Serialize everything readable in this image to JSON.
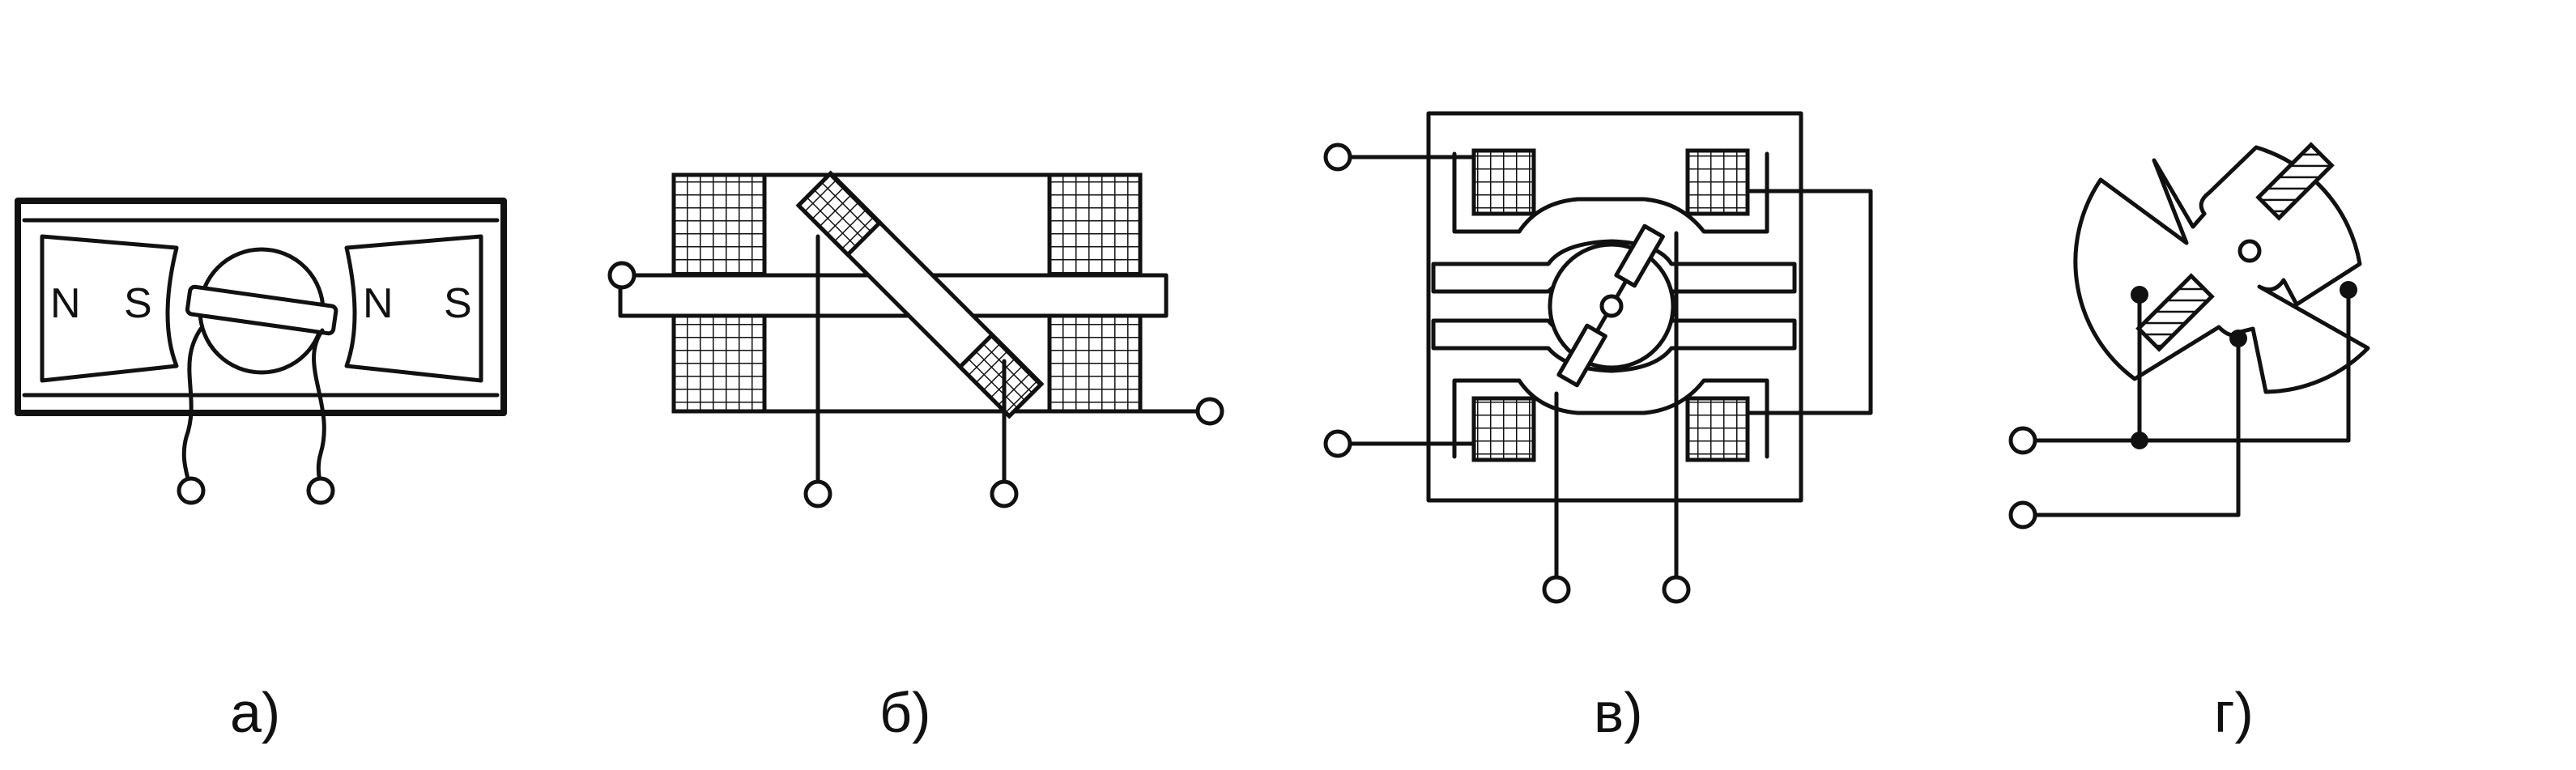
{
  "figure": {
    "panels": [
      {
        "id": "a",
        "caption": "а)",
        "pole_left": {
          "north": "N",
          "south": "S"
        },
        "pole_right": {
          "north": "N",
          "south": "S"
        }
      },
      {
        "id": "b",
        "caption": "б)"
      },
      {
        "id": "v",
        "caption": "в)"
      },
      {
        "id": "g",
        "caption": "г)"
      }
    ]
  },
  "colors": {
    "ink": "#111111",
    "paper": "#ffffff"
  }
}
